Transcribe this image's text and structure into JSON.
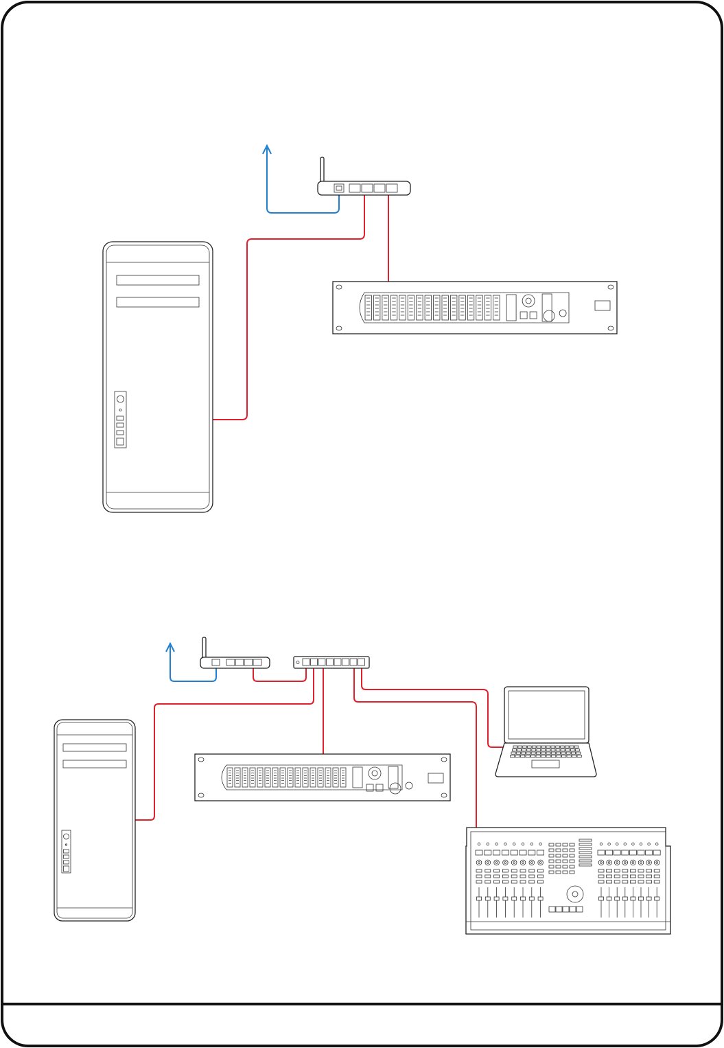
{
  "colors": {
    "ethernet_cable": "#e0202a",
    "internet_link": "#1f7fd0",
    "outline": "#222222",
    "frame": "#111111"
  },
  "setups": [
    {
      "id": "setup-1",
      "devices": [
        "router",
        "tower-computer",
        "rack-unit"
      ],
      "connections": [
        {
          "from": "router",
          "to": "internet",
          "type": "wan"
        },
        {
          "from": "router",
          "to": "tower-computer",
          "type": "ethernet"
        },
        {
          "from": "router",
          "to": "rack-unit",
          "type": "ethernet"
        }
      ]
    },
    {
      "id": "setup-2",
      "devices": [
        "router",
        "network-switch",
        "tower-computer",
        "rack-unit",
        "laptop",
        "control-surface"
      ],
      "connections": [
        {
          "from": "router",
          "to": "internet",
          "type": "wan"
        },
        {
          "from": "router",
          "to": "network-switch",
          "type": "ethernet"
        },
        {
          "from": "network-switch",
          "to": "tower-computer",
          "type": "ethernet"
        },
        {
          "from": "network-switch",
          "to": "rack-unit",
          "type": "ethernet"
        },
        {
          "from": "network-switch",
          "to": "laptop",
          "type": "ethernet"
        },
        {
          "from": "network-switch",
          "to": "control-surface",
          "type": "ethernet"
        }
      ]
    }
  ]
}
